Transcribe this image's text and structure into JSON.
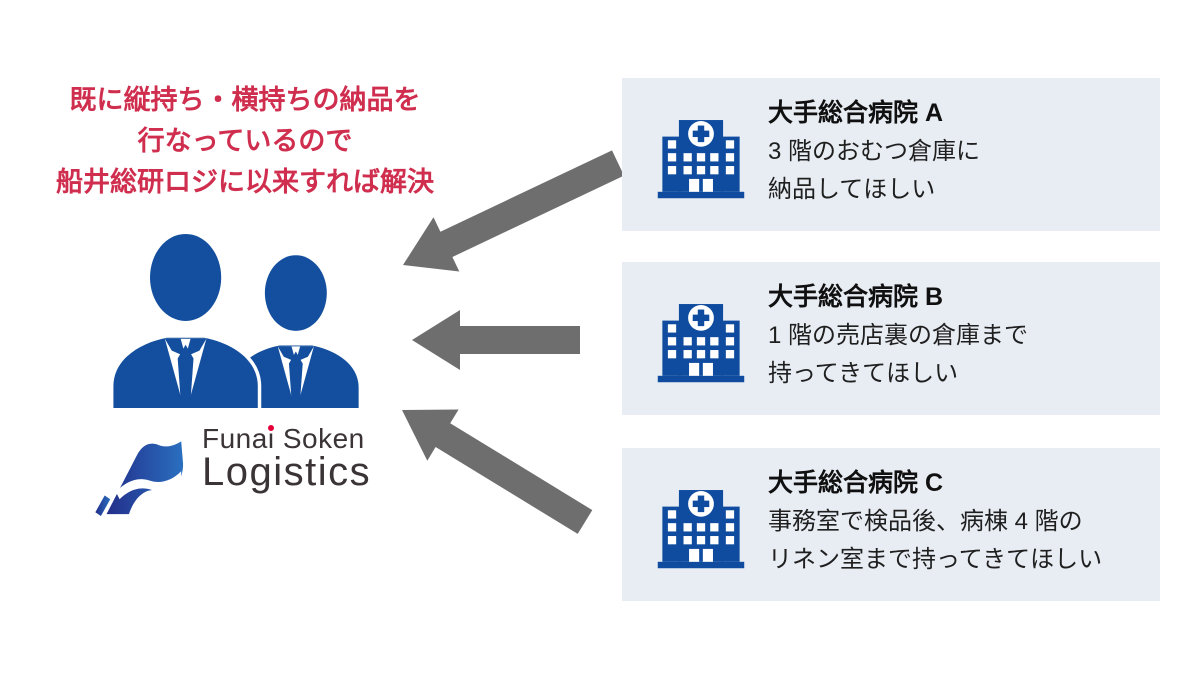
{
  "headline": {
    "lines": [
      "既に縦持ち・横持ちの納品を",
      "行なっているので",
      "船井総研ロジに以来すれば解決"
    ]
  },
  "logo": {
    "line1_pre": "Funa",
    "line1_i": "i",
    "line1_post": " Soken",
    "line2": "Logistics"
  },
  "hospitals": [
    {
      "title": "大手総合病院 A",
      "lines": [
        "3 階のおむつ倉庫に",
        "納品してほしい"
      ]
    },
    {
      "title": "大手総合病院 B",
      "lines": [
        "1 階の売店裏の倉庫まで",
        "持ってきてほしい"
      ]
    },
    {
      "title": "大手総合病院 C",
      "lines": [
        "事務室で検品後、病棟 4 階の",
        "リネン室まで持ってきてほしい"
      ]
    }
  ],
  "colors": {
    "headline": "#d02e4e",
    "card_bg": "#e8edf4",
    "hospital_blue": "#0f4c9f",
    "people_blue": "#134f9e",
    "arrow": "#6e6e6e",
    "logo_text": "#3b3436",
    "logo_dot": "#e50038",
    "card_title": "#101010",
    "card_text": "#1f1f1f"
  }
}
